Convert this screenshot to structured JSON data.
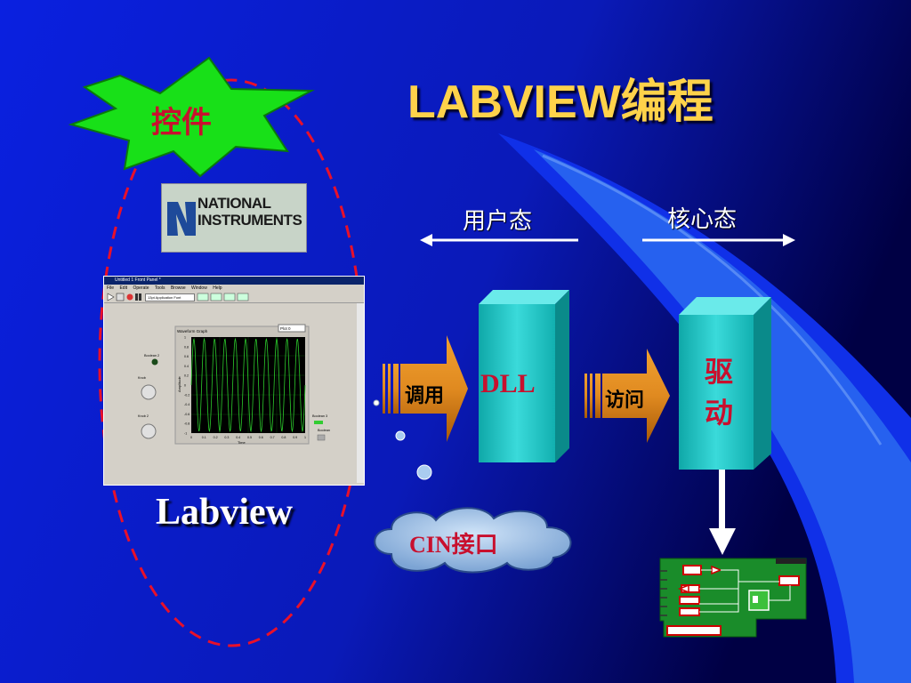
{
  "title": "LABVIEW编程",
  "starburst_label": "控件",
  "ni_logo": {
    "line1": "NATIONAL",
    "line2": "INSTRUMENTS"
  },
  "user_mode_label": "用户态",
  "kernel_mode_label": "核心态",
  "call_label": "调用",
  "dll_label": "DLL",
  "access_label": "访问",
  "driver_label_1": "驱",
  "driver_label_2": "动",
  "labview_label": "Labview",
  "cin_label": "CIN接口",
  "labview_window": {
    "title": "Untitled 1 Front Panel *",
    "menu": [
      "File",
      "Edit",
      "Operate",
      "Tools",
      "Browse",
      "Window",
      "Help"
    ],
    "font_selector": "13pt Application Font",
    "graph_title": "Waveform Graph",
    "plot_legend": "Plot 0",
    "x_axis_label": "Time",
    "y_axis_label": "Amplitude",
    "x_ticks": [
      "0",
      "0.1",
      "0.2",
      "0.3",
      "0.4",
      "0.5",
      "0.6",
      "0.7",
      "0.8",
      "0.9",
      "1"
    ],
    "y_ticks": [
      "1",
      "0.8",
      "0.6",
      "0.4",
      "0.2",
      "0",
      "-0.2",
      "-0.4",
      "-0.6",
      "-0.8",
      "-1"
    ],
    "controls": [
      "Boolean 2",
      "Knob",
      "Knob 2",
      "Boolean 3",
      "Boolean"
    ]
  },
  "colors": {
    "background_left": "#0A1ED8",
    "background_right": "#000066",
    "title": "#FFD24A",
    "red_text": "#C8102E",
    "starburst": "#18E018",
    "prism": "#1EC8C8",
    "arrow": "#D87A10",
    "pcb": "#1A8C2A"
  }
}
